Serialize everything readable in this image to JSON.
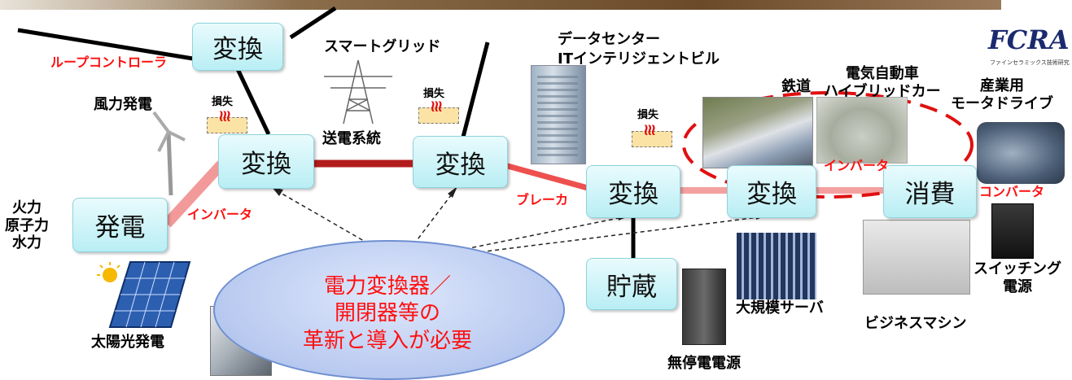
{
  "boxes": {
    "henkan_top": "変換",
    "henkan_1": "変換",
    "henkan_2": "変換",
    "henkan_3": "変換",
    "henkan_4": "変換",
    "hatsuden": "発電",
    "shohi": "消費",
    "chozo": "貯蔵"
  },
  "labels": {
    "loop_controller": "ループコントローラ",
    "wind_power": "風力発電",
    "smart_grid": "スマートグリッド",
    "transmission": "送電系統",
    "datacenter_line1": "データセンター",
    "datacenter_line2": "ITインテリジェントビル",
    "railway": "鉄道",
    "ev_line1": "電気自動車",
    "ev_line2": "ハイブリッドカー",
    "industrial_line1": "産業用",
    "industrial_line2": "モータドライブ",
    "thermal_line1": "火力",
    "thermal_line2": "原子力",
    "thermal_line3": "水力",
    "inverter_1": "インバータ",
    "inverter_2": "インバータ",
    "breaker": "ブレーカ",
    "converter": "コンバータ",
    "switching_line1": "スイッチング",
    "switching_line2": "電源",
    "large_server": "大規模サーバ",
    "business_machine": "ビジネスマシン",
    "ups": "無停電電源",
    "solar": "太陽光発電",
    "loss": "損失"
  },
  "callout": {
    "line1": "電力変換器／",
    "line2": "開閉器等の",
    "line3": "革新と導入が必要"
  },
  "logo": {
    "name": "FCRA",
    "subtitle": "ファインセラミックス技術研究"
  },
  "colors": {
    "box_fill": "#c6f1f6",
    "red_text": "#ff1010",
    "line_red": "#e83030",
    "line_pink": "#f28c8c",
    "ellipse_fill": "#c4d3f3"
  }
}
